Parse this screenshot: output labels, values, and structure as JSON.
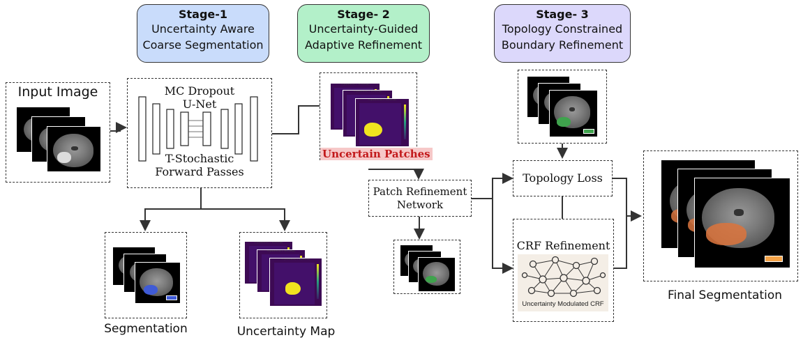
{
  "stages": [
    {
      "title": "Stage-1",
      "line1": "Uncertainty Aware",
      "line2": "Coarse Segmentation",
      "color": "#c9dcfb"
    },
    {
      "title": "Stage- 2",
      "line1": "Uncertainty-Guided",
      "line2": "Adaptive Refinement",
      "color": "#b3f0c9"
    },
    {
      "title": "Stage- 3",
      "line1": "Topology Constrained",
      "line2": "Boundary Refinement",
      "color": "#dcd8fb"
    }
  ],
  "input": {
    "label": "Input Image"
  },
  "unet": {
    "top_line1": "MC Dropout",
    "top_line2": "U-Net",
    "bottom_line1": "T-Stochastic",
    "bottom_line2": "Forward Passes"
  },
  "outputs": {
    "segmentation": "Segmentation",
    "uncertainty_map": "Uncertainty Map"
  },
  "patches": {
    "label": "Uncertain Patches"
  },
  "refinement": {
    "line1": "Patch Refinement",
    "line2": "Network"
  },
  "topology": {
    "label": "Topology Loss"
  },
  "crf": {
    "title": "CRF Refinement",
    "caption": "Uncertainty Modulated CRF"
  },
  "final": {
    "label": "Final Segmentation"
  },
  "colors": {
    "seg_blue": "#3f5bd6",
    "seg_green": "#3fa34d",
    "final_orange": "#d9743e",
    "patch_highlight": "#f6c8c8"
  }
}
